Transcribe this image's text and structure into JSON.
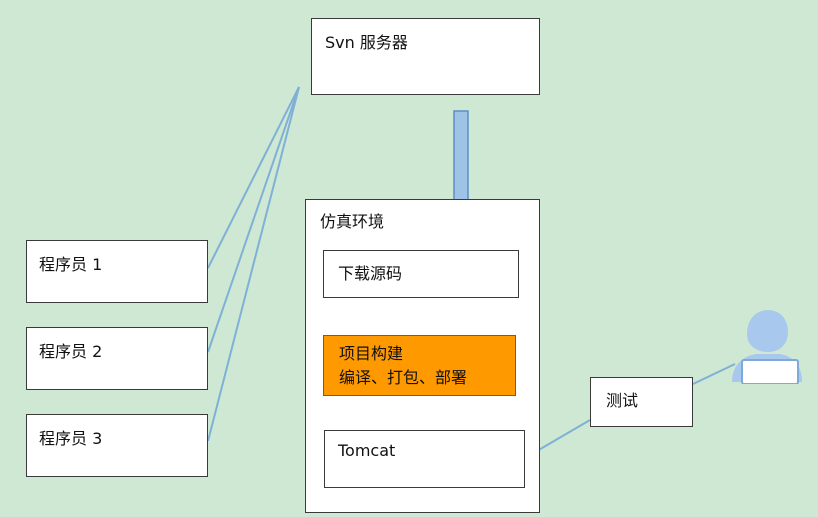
{
  "svn_server": {
    "label": "Svn 服务器"
  },
  "developers": [
    {
      "label": "程序员 1"
    },
    {
      "label": "程序员 2"
    },
    {
      "label": "程序员 3"
    }
  ],
  "simulation_env": {
    "label": "仿真环境",
    "steps": {
      "download": "下载源码",
      "build_line1": "项目构建",
      "build_line2": "编译、打包、部署",
      "tomcat": "Tomcat"
    }
  },
  "test": {
    "label": "测试"
  },
  "icons": {
    "tester": "user-at-computer-icon",
    "flow_arrow": "down-arrow-icon"
  },
  "colors": {
    "background": "#cfe8d3",
    "connector": "#7fb0d6",
    "arrow_fill": "#9fc3e6",
    "arrow_stroke": "#5a8fc4",
    "build_fill": "#ff9900",
    "tester_fill": "#a9c8ee"
  }
}
